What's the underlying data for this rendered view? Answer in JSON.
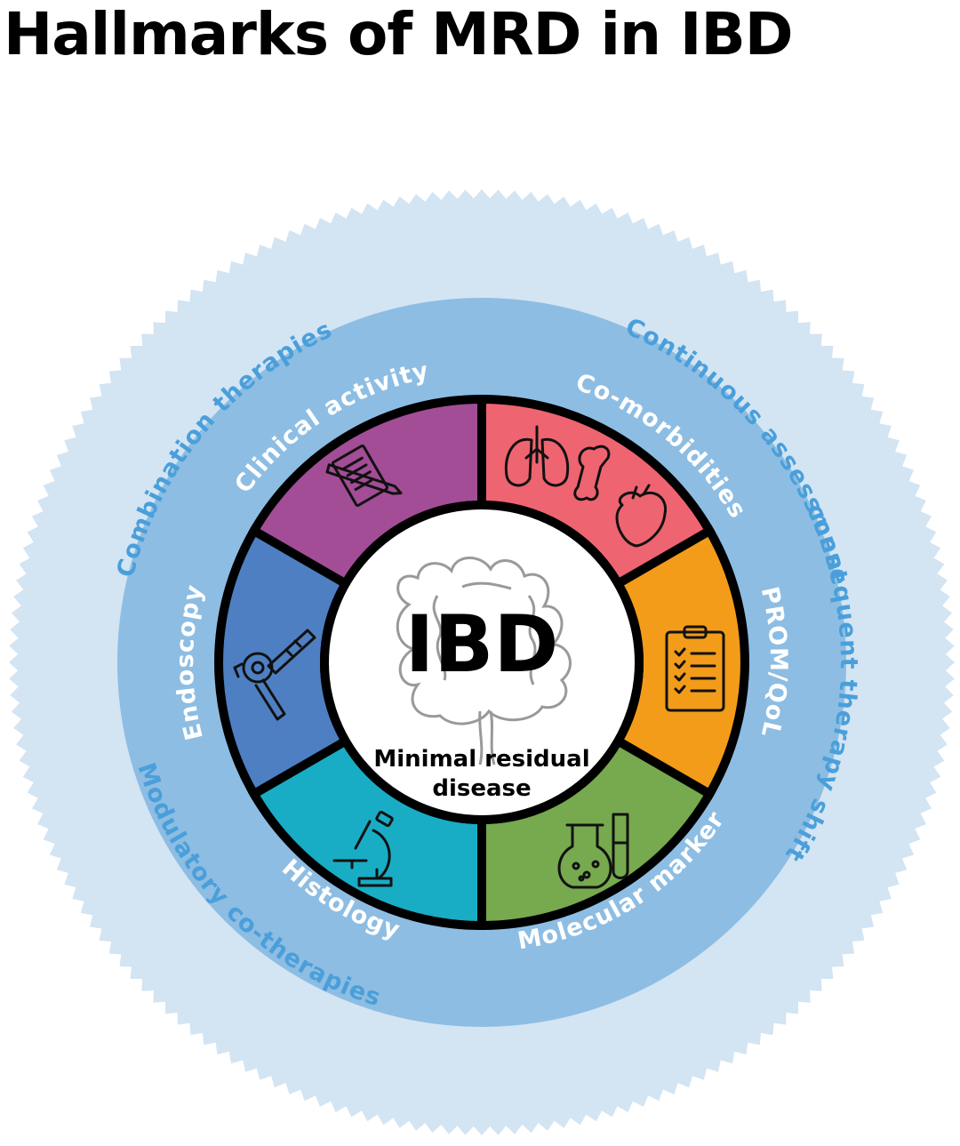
{
  "title": "Hallmarks of MRD in IBD",
  "center": {
    "main": "IBD",
    "sub_line1": "Minimal residual",
    "sub_line2": "disease"
  },
  "outer_ring": {
    "labels": [
      "Combination therapies",
      "Continuous assessment",
      "consequent therapy shift",
      "Modulatory co-therapies"
    ]
  },
  "inner_ring": {
    "labels": [
      "Clinical activity",
      "Co-morbidities",
      "PROM/QoL",
      "Molecular marker",
      "Histology",
      "Endoscopy"
    ]
  },
  "segments": [
    {
      "name": "Clinical activity",
      "color": "#A24D96",
      "icon": "document-pen-icon"
    },
    {
      "name": "Co-morbidities",
      "color": "#EE6470",
      "icon": "organs-icon"
    },
    {
      "name": "PROM/QoL",
      "color": "#F39C1A",
      "icon": "clipboard-checklist-icon"
    },
    {
      "name": "Molecular marker",
      "color": "#77A94E",
      "icon": "lab-flask-icon"
    },
    {
      "name": "Histology",
      "color": "#18ADC5",
      "icon": "microscope-icon"
    },
    {
      "name": "Endoscopy",
      "color": "#4E7FC2",
      "icon": "endoscope-icon"
    }
  ],
  "colors": {
    "outer_halo": "#D3E4F3",
    "inner_band": "#8DBDE3",
    "outer_text": "#4A9FDA",
    "inner_text": "#FFFFFF",
    "ring_outline": "#000000",
    "center_fill": "#FFFFFF"
  }
}
